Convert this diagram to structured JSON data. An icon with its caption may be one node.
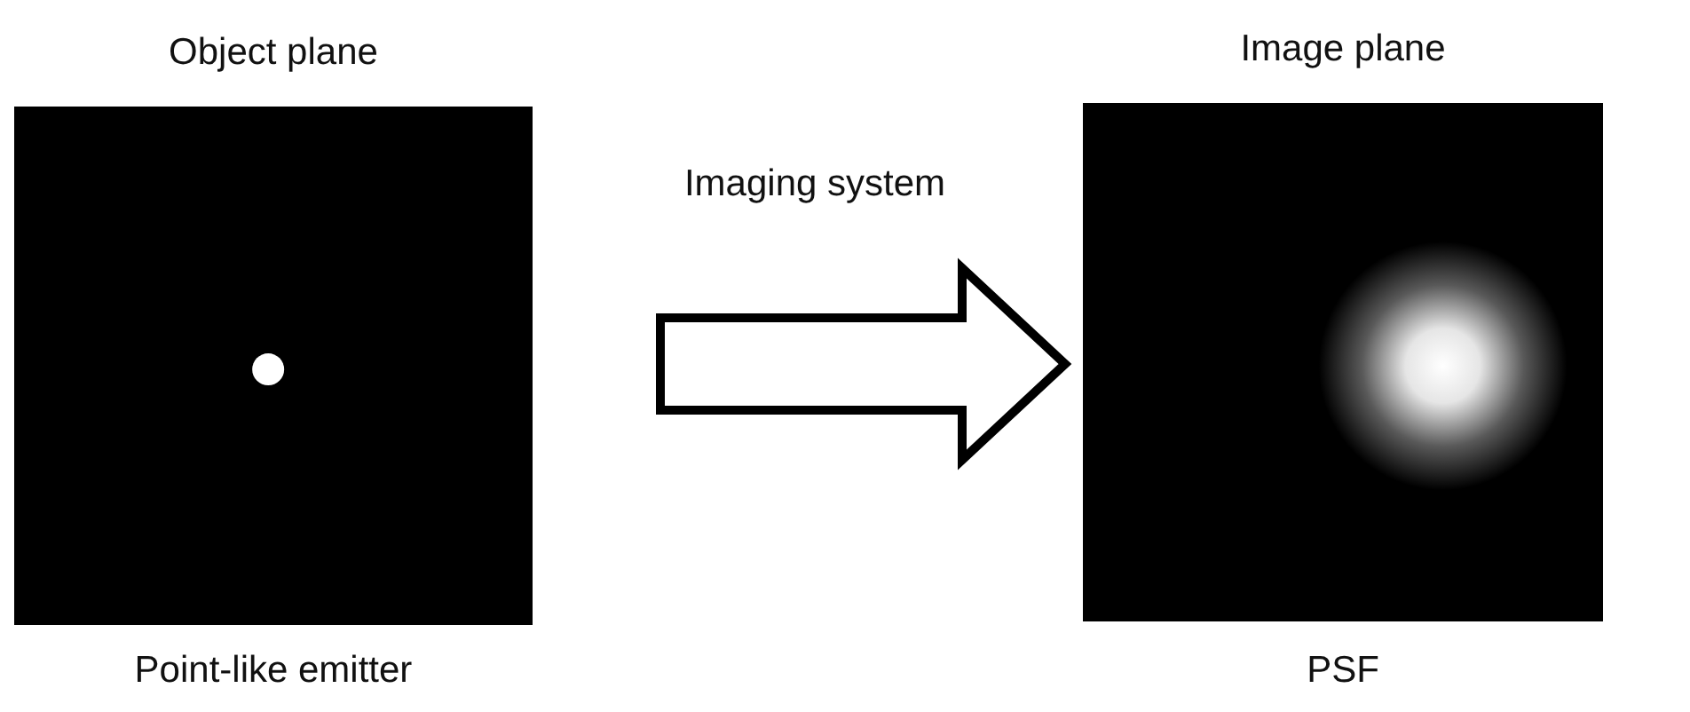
{
  "diagram": {
    "nodes": [
      {
        "text": [
          "Object plane"
        ],
        "beside": [
          "Point-like emitter"
        ]
      },
      {
        "text": [
          "Image plane"
        ],
        "beside": [
          "PSF"
        ]
      }
    ],
    "edges": [
      {
        "from": 0,
        "to": 1,
        "arrow": "to",
        "label": "Imaging system",
        "style": "thick"
      }
    ]
  }
}
